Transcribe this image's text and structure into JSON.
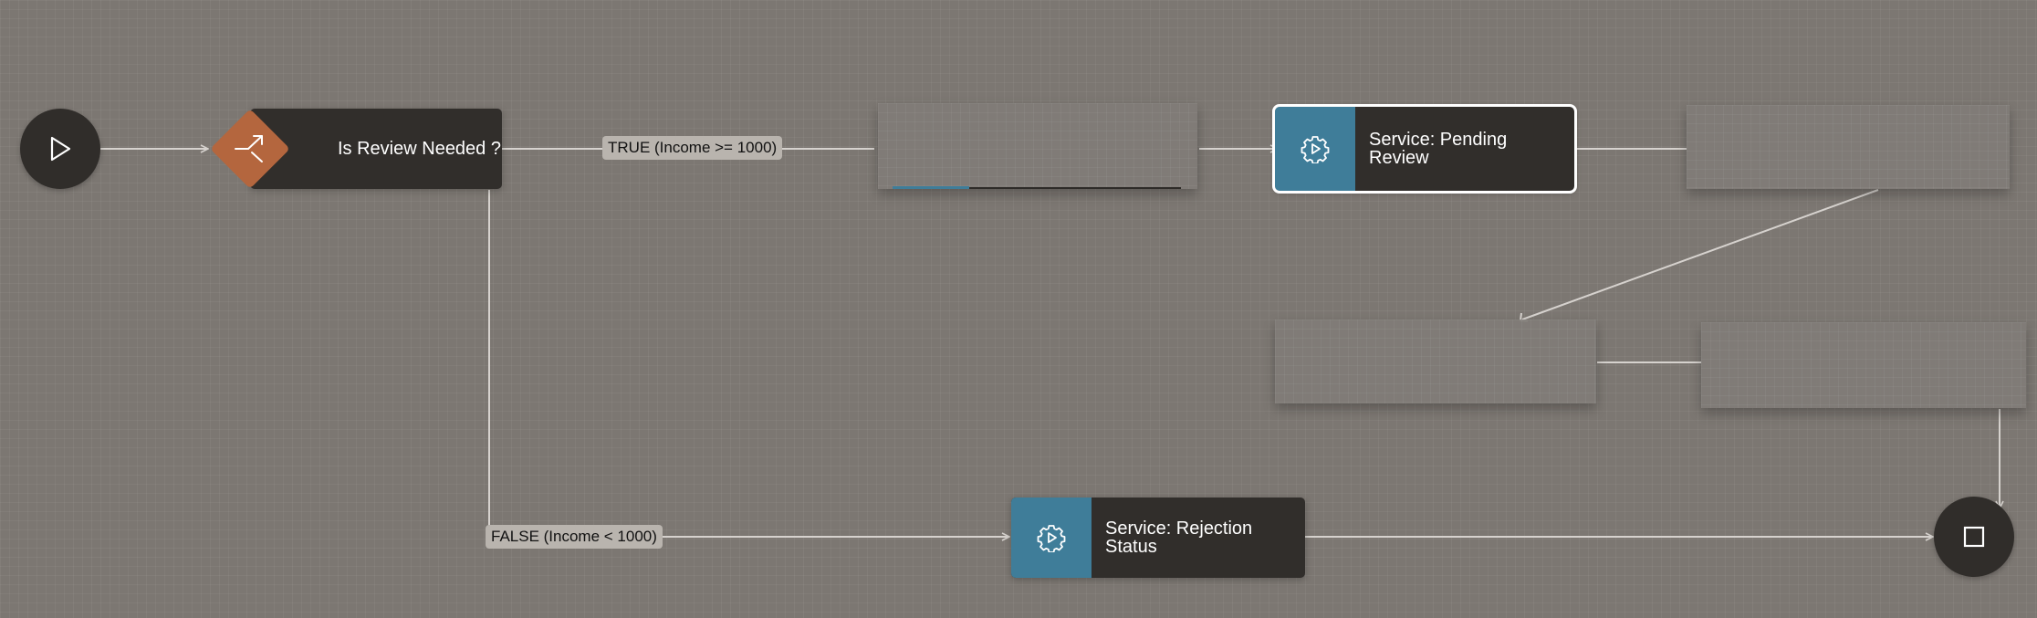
{
  "diagram": {
    "start_event": {
      "icon": "play-icon"
    },
    "end_event": {
      "icon": "stop-square-icon"
    },
    "gateway": {
      "label": "Is Review Needed ?",
      "icon": "split-arrow-icon",
      "color": "#b4663e"
    },
    "tasks": [
      {
        "id": "pending",
        "label_line1": "Service: Pending",
        "label_line2": "Review",
        "icon": "gear-play-icon",
        "selected": true
      },
      {
        "id": "rejection",
        "label_line1": "Service: Rejection",
        "label_line2": "Status",
        "icon": "gear-play-icon",
        "selected": false
      }
    ],
    "edge_labels": {
      "true_branch": "TRUE (Income >= 1000)",
      "false_branch": "FALSE (Income < 1000)"
    },
    "colors": {
      "canvas": "#7c7772",
      "node": "#312e2b",
      "service_icon_bg": "#3f7d99",
      "edge": "#d6d2ce"
    }
  }
}
